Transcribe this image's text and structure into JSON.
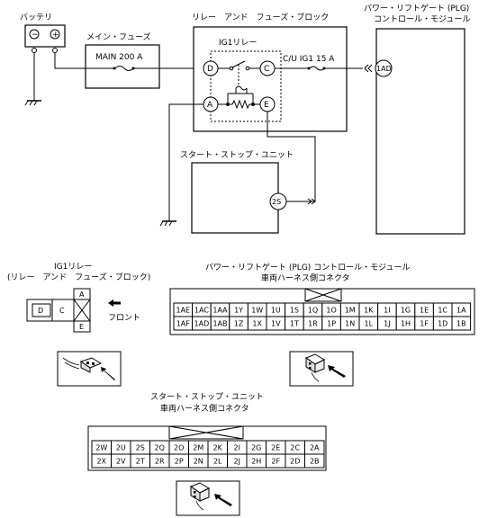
{
  "wiring": {
    "battery_label": "バッテリ",
    "main_fuse_title": "メイン・フューズ",
    "main_fuse_value": "MAIN 200 A",
    "relay_block_title": "リレー　アンド　フューズ・ブロック",
    "ig1_relay_label": "IG1リレー",
    "terminal_d": "D",
    "terminal_c": "C",
    "terminal_a": "A",
    "terminal_e": "E",
    "fuse_cu": "C/U IG1 15 A",
    "plg_title_line1": "パワー・リフトゲート (PLG)",
    "plg_title_line2": "コントロール・モジュール",
    "plg_terminal": "1AD",
    "ssu_title": "スタート・ストップ・ユニット",
    "ssu_terminal": "2S",
    "battery_minus": "−",
    "battery_plus": "+"
  },
  "relay_connector": {
    "title_line1": "IG1リレー",
    "title_line2": "(リレー　アンド　フューズ・ブロック)",
    "pins": [
      "D",
      "C",
      "A",
      "E"
    ],
    "front_label": "フロント"
  },
  "plg_connector": {
    "title_line1": "パワー・リフトゲート (PLG) コントロール・モジュール",
    "title_line2": "車両ハーネス側コネクタ",
    "row1": [
      "1AE",
      "1AC",
      "1AA",
      "1Y",
      "1W",
      "1U",
      "1S",
      "1Q",
      "1O",
      "1M",
      "1K",
      "1I",
      "1G",
      "1E",
      "1C",
      "1A"
    ],
    "row2": [
      "1AF",
      "1AD",
      "1AB",
      "1Z",
      "1X",
      "1V",
      "1T",
      "1R",
      "1P",
      "1N",
      "1L",
      "1J",
      "1H",
      "1F",
      "1D",
      "1B"
    ]
  },
  "ssu_connector": {
    "title_line1": "スタート・ストップ・ユニット",
    "title_line2": "車両ハーネス側コネクタ",
    "row1": [
      "2W",
      "2U",
      "2S",
      "2Q",
      "2O",
      "2M",
      "2K",
      "2I",
      "2G",
      "2E",
      "2C",
      "2A"
    ],
    "row2": [
      "2X",
      "2V",
      "2T",
      "2R",
      "2P",
      "2N",
      "2L",
      "2J",
      "2H",
      "2F",
      "2D",
      "2B"
    ]
  }
}
